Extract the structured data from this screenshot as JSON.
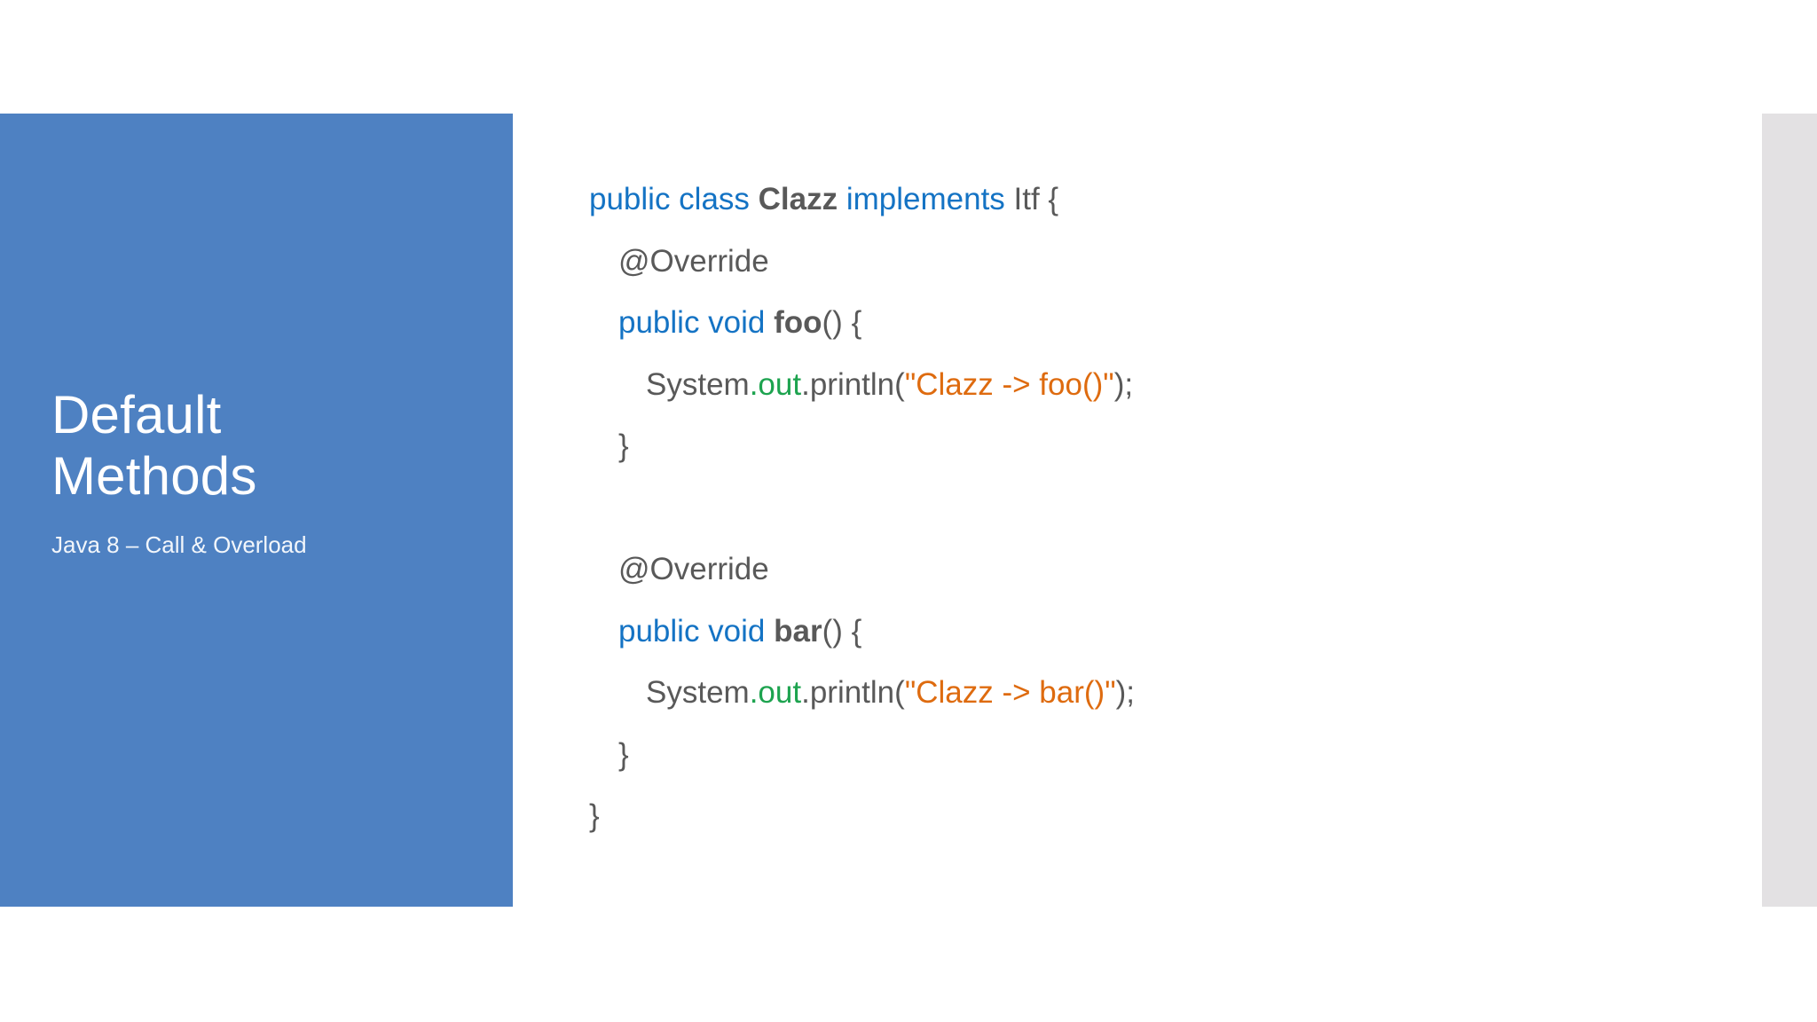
{
  "slide": {
    "background_color": "#ffffff",
    "title_panel": {
      "background_color": "#4e81c2",
      "title": "Default\nMethods",
      "subtitle": "Java 8 – Call & Overload"
    },
    "right_strip": {
      "color": "#e3e1e3"
    },
    "palette": {
      "keyword": "#1473c4",
      "identifier": "#595959",
      "plain": "#595959",
      "field": "#1da34f",
      "string": "#de6b0f",
      "panel_blue": "#4e81c2",
      "strip_gray": "#e3e1e3"
    },
    "code": {
      "language": "java",
      "plain_text": "public class Clazz implements Itf {\n    @Override\n    public void foo() {\n        System.out.println(\"Clazz -> foo()\");\n    }\n\n    @Override\n    public void bar() {\n        System.out.println(\"Clazz -> bar()\");\n    }\n}",
      "lines": [
        {
          "indent": 0,
          "tokens": [
            {
              "text": "public class ",
              "kind": "kw"
            },
            {
              "text": "Clazz",
              "kind": "ident"
            },
            {
              "text": " ",
              "kind": "plain"
            },
            {
              "text": "implements",
              "kind": "kw"
            },
            {
              "text": " Itf {",
              "kind": "plain"
            }
          ]
        },
        {
          "indent": 1,
          "tokens": [
            {
              "text": "@Override",
              "kind": "plain"
            }
          ]
        },
        {
          "indent": 1,
          "tokens": [
            {
              "text": "public void ",
              "kind": "kw"
            },
            {
              "text": "foo",
              "kind": "ident"
            },
            {
              "text": "() {",
              "kind": "plain"
            }
          ]
        },
        {
          "indent": 2,
          "tokens": [
            {
              "text": "System",
              "kind": "plain"
            },
            {
              "text": ".out",
              "kind": "field"
            },
            {
              "text": ".println(",
              "kind": "plain"
            },
            {
              "text": "\"Clazz -> foo()\"",
              "kind": "str"
            },
            {
              "text": ");",
              "kind": "plain"
            }
          ]
        },
        {
          "indent": 1,
          "tokens": [
            {
              "text": "}",
              "kind": "plain"
            }
          ]
        },
        {
          "indent": 0,
          "blank": true,
          "tokens": []
        },
        {
          "indent": 1,
          "tokens": [
            {
              "text": "@Override",
              "kind": "plain"
            }
          ]
        },
        {
          "indent": 1,
          "tokens": [
            {
              "text": "public void ",
              "kind": "kw"
            },
            {
              "text": "bar",
              "kind": "ident"
            },
            {
              "text": "() {",
              "kind": "plain"
            }
          ]
        },
        {
          "indent": 2,
          "tokens": [
            {
              "text": "System",
              "kind": "plain"
            },
            {
              "text": ".out",
              "kind": "field"
            },
            {
              "text": ".println(",
              "kind": "plain"
            },
            {
              "text": "\"Clazz -> bar()\"",
              "kind": "str"
            },
            {
              "text": ");",
              "kind": "plain"
            }
          ]
        },
        {
          "indent": 1,
          "tokens": [
            {
              "text": "}",
              "kind": "plain"
            }
          ]
        },
        {
          "indent": 0,
          "tokens": [
            {
              "text": "}",
              "kind": "plain"
            }
          ]
        }
      ]
    }
  }
}
